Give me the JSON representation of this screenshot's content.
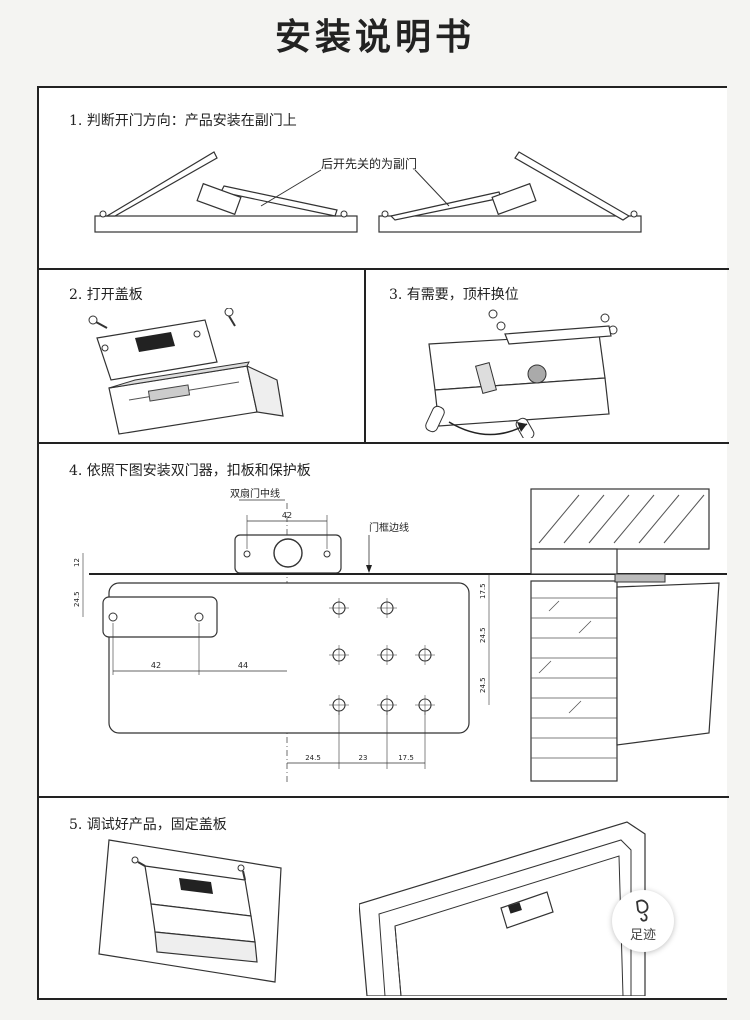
{
  "title": "安装说明书",
  "steps": {
    "s1": {
      "label": "1. 判断开门方向：产品安装在副门上",
      "note": "后开先关的为副门"
    },
    "s2": {
      "label": "2. 打开盖板"
    },
    "s3": {
      "label": "3. 有需要，顶杆换位"
    },
    "s4": {
      "label": "4. 依照下图安装双门器，扣板和保护板",
      "center_line": "双扇门中线",
      "frame_line": "门框边线",
      "dims": {
        "top_width": "42",
        "gap": "12",
        "left_height": "24.5",
        "left_a": "42",
        "left_b": "44",
        "right_top": "17.5",
        "right_mid": "24.5",
        "right_bot": "24.5",
        "bottom_a": "24.5",
        "bottom_b": "23",
        "bottom_c": "17.5"
      }
    },
    "s5": {
      "label": "5. 调试好产品，固定盖板"
    }
  },
  "badge": {
    "text": "足迹",
    "icon": "footprint-icon"
  }
}
